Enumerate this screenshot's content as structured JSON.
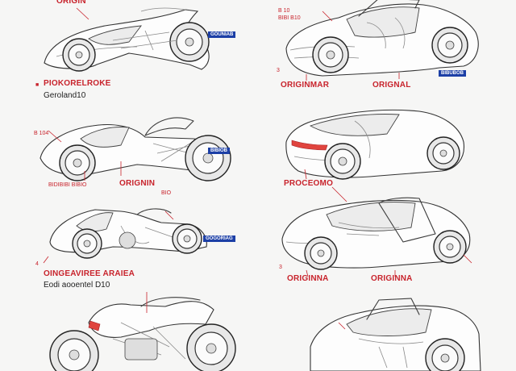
{
  "labels": {
    "top_left_fragment": "ORIGIN",
    "tl_title": "PIOKORELROKE",
    "tl_subtitle": "Geroland10",
    "tr_small_top": "B   10",
    "tr_small_sub": "BIBI B10",
    "tr_left": "ORIGINMAR",
    "tr_right": "ORIGNAL",
    "ml_small": "B 104",
    "ml_bottom_small": "BIDIBIBI BIBIO",
    "ml_center": "ORIGNIN",
    "ml_center_small": "BIO",
    "mr_title": "PROCEOMO",
    "bl_title": "OINGEAVIREE ARAIEA",
    "bl_subtitle": "Eodi aooentel D10",
    "br_left": "ORIGINNA",
    "br_right": "ORIGINNA",
    "marker_3a": "3",
    "marker_3b": "3",
    "marker_4": "4",
    "marker_bullet": "■"
  },
  "tags": {
    "t1": "GOUNIAB",
    "t2": "BIBUBOB",
    "t3": "BIBIOB",
    "t4": "GOGORIAG"
  },
  "colors": {
    "accent_red": "#c8232c",
    "tag_blue": "#1c3fa6",
    "paper": "#f6f6f5"
  }
}
